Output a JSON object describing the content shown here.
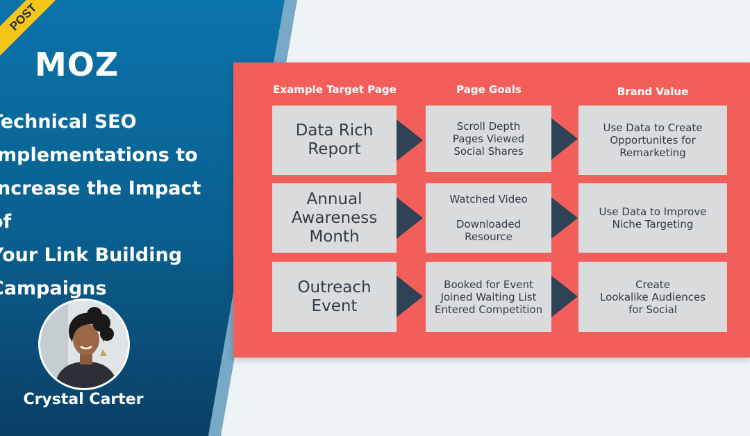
{
  "ribbon": {
    "label": "POST"
  },
  "brand": {
    "logo_text": "MOZ"
  },
  "headline": "Technical SEO\nImplementations to\nIncrease the Impact of\nYour Link Building\nCampaigns",
  "author": {
    "name": "Crystal Carter"
  },
  "diagram": {
    "headers": [
      "Example Target Page",
      "Page Goals",
      "Brand Value"
    ],
    "rows": [
      {
        "target": "Data Rich\nReport",
        "goals": "Scroll Depth\nPages Viewed\nSocial Shares",
        "value": "Use Data to Create\nOpportunites for\nRemarketing"
      },
      {
        "target": "Annual\nAwareness\nMonth",
        "goals": "Watched Video\n\nDownloaded\nResource",
        "value": "Use Data to Improve\nNiche Targeting"
      },
      {
        "target": "Outreach\nEvent",
        "goals": "Booked for Event\nJoined Waiting List\nEntered Competition",
        "value": "Create\nLookalike Audiences\nfor Social"
      }
    ]
  },
  "colors": {
    "left_panel": "#0b73ab",
    "diagram_bg": "#f25f5a",
    "box_bg": "#d9dbdc",
    "arrow": "#2f4256",
    "ribbon": "#f5c518"
  }
}
